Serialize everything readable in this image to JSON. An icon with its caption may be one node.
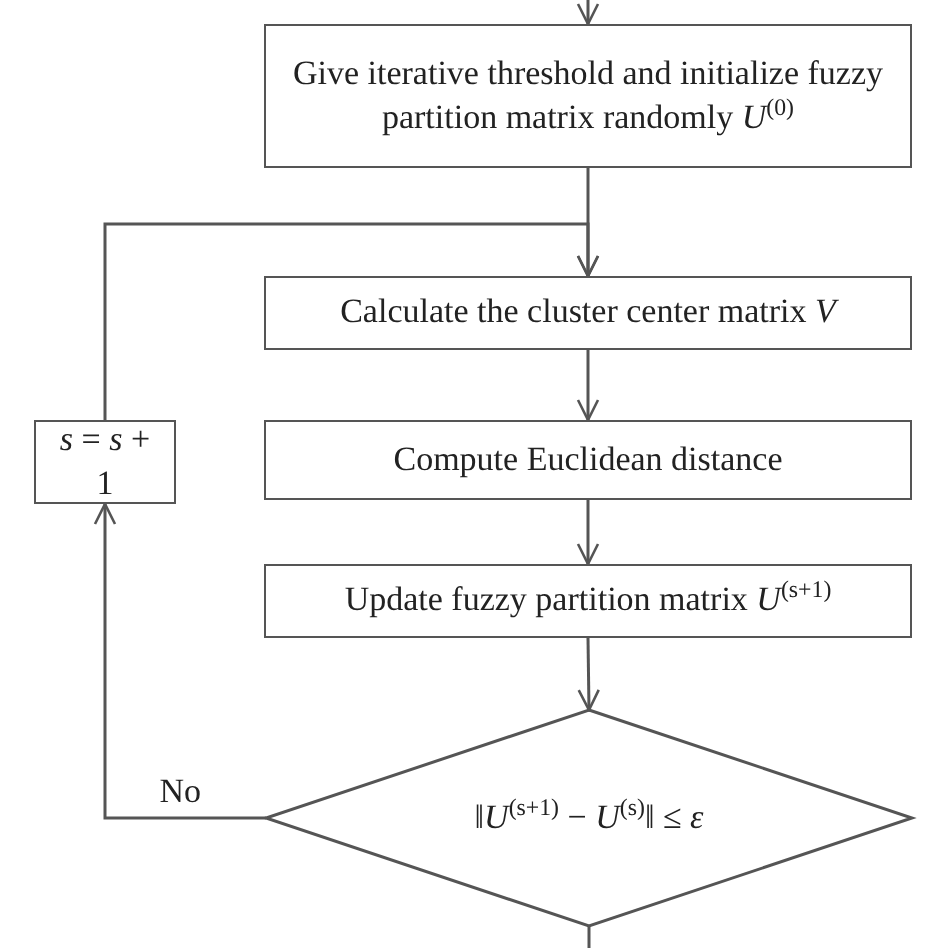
{
  "diagram": {
    "nodes": [
      {
        "text": [
          "Give iterative threshold and initialize fuzzy partition matrix randomly *U*$^{(0)}$"
        ]
      },
      {
        "text": [
          "Calculate the cluster center matrix *V*"
        ]
      },
      {
        "text": [
          "*s* = *s* + 1"
        ]
      },
      {
        "text": [
          "Compute Euclidean distance"
        ]
      },
      {
        "text": [
          "Update fuzzy partition matrix *U*$^{(s+1)}$"
        ]
      },
      {
        "text": [
          "‖*U*$^{(s+1)}$ − *U*$^{(s)}$‖ ≤ *ε*"
        ]
      }
    ],
    "edges": [
      {
        "from": null,
        "to": 0,
        "arrow": "to"
      },
      {
        "from": 0,
        "to": 1,
        "arrow": "to"
      },
      {
        "from": 1,
        "to": 3,
        "arrow": "to"
      },
      {
        "from": 3,
        "to": 4,
        "arrow": "to"
      },
      {
        "from": 4,
        "to": 5,
        "arrow": "to"
      },
      {
        "from": 5,
        "to": 2,
        "arrow": "to",
        "label": "No"
      },
      {
        "from": 2,
        "to": 1,
        "arrow": "to"
      },
      {
        "from": 5,
        "to": null,
        "arrow": "none"
      }
    ]
  }
}
